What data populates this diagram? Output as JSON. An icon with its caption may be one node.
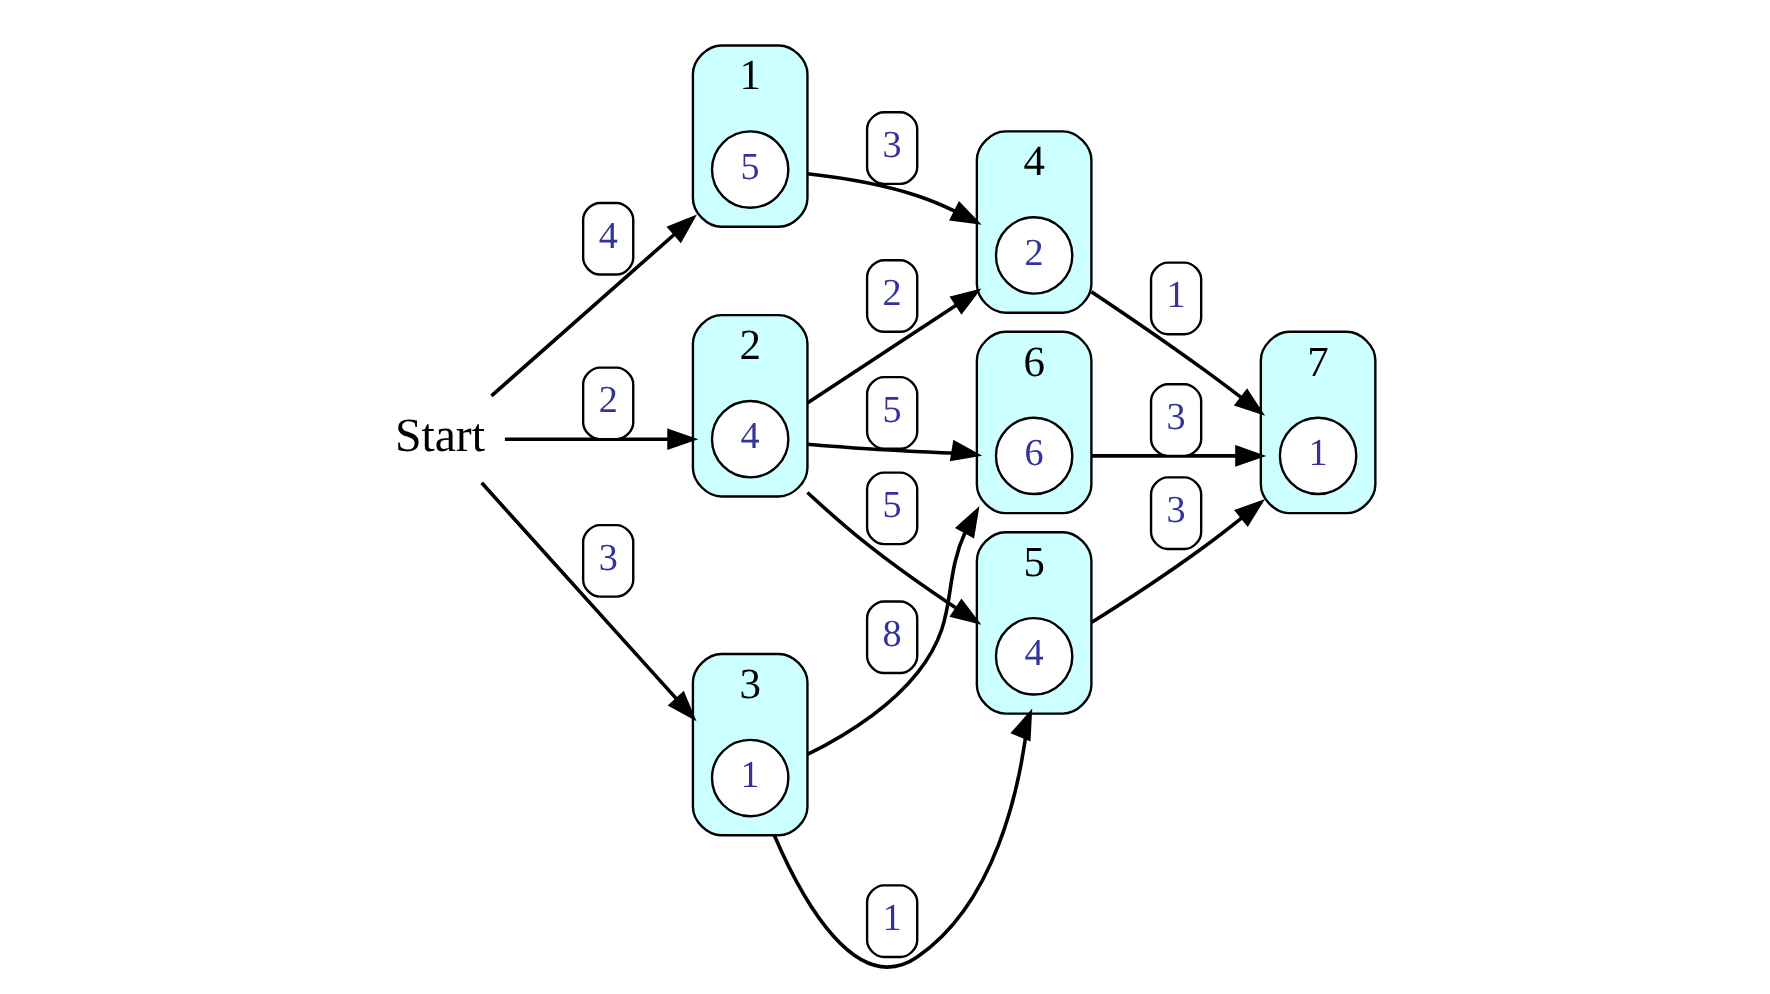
{
  "diagram": {
    "nodes": [
      {
        "text": [
          "Start"
        ]
      },
      {
        "text": [
          "1"
        ]
      },
      {
        "text": [
          "5"
        ],
        "in": 1
      },
      {
        "text": [
          "2"
        ]
      },
      {
        "text": [
          "4"
        ],
        "in": 3
      },
      {
        "text": [
          "3"
        ]
      },
      {
        "text": [
          "1"
        ],
        "in": 5
      },
      {
        "text": [
          "4"
        ]
      },
      {
        "text": [
          "2"
        ],
        "in": 7
      },
      {
        "text": [
          "5"
        ]
      },
      {
        "text": [
          "4"
        ],
        "in": 9
      },
      {
        "text": [
          "6"
        ]
      },
      {
        "text": [
          "6"
        ],
        "in": 11
      },
      {
        "text": [
          "7"
        ]
      },
      {
        "text": [
          "1"
        ],
        "in": 13
      }
    ],
    "edges": [
      {
        "from": 0,
        "to": 1,
        "arrow": "to",
        "label": "4"
      },
      {
        "from": 0,
        "to": 3,
        "arrow": "to",
        "label": "2"
      },
      {
        "from": 0,
        "to": 5,
        "arrow": "to",
        "label": "3"
      },
      {
        "from": 1,
        "to": 7,
        "arrow": "to",
        "label": "3"
      },
      {
        "from": 3,
        "to": 7,
        "arrow": "to",
        "label": "2"
      },
      {
        "from": 3,
        "to": 9,
        "arrow": "to",
        "label": "5"
      },
      {
        "from": 3,
        "to": 11,
        "arrow": "to",
        "label": "5"
      },
      {
        "from": 5,
        "to": 9,
        "arrow": "to",
        "label": "1"
      },
      {
        "from": 5,
        "to": 11,
        "arrow": "to",
        "label": "8"
      },
      {
        "from": 7,
        "to": 13,
        "arrow": "to",
        "label": "1"
      },
      {
        "from": 9,
        "to": 13,
        "arrow": "to",
        "label": "3"
      },
      {
        "from": 11,
        "to": 13,
        "arrow": "to",
        "label": "3"
      }
    ]
  }
}
